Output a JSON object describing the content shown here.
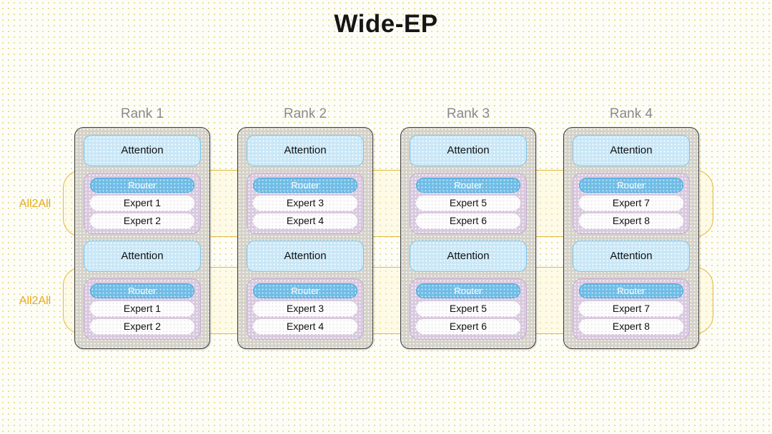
{
  "title": "Wide-EP",
  "colors": {
    "background": "#fdfdf8",
    "dot_grid": "#e8d77a",
    "title_text": "#161616",
    "rank_title_text": "#8a8a8a",
    "rank_box_fill": "#d5d2c9",
    "rank_box_border": "#3f3f3f",
    "attention_fill": "#c9e7f7",
    "attention_border": "#7ec6ea",
    "moe_fill": "#d9c9df",
    "moe_border": "#c6aed0",
    "router_fill": "#70bde6",
    "router_text": "#ffffff",
    "expert_fill": "#fdfdfd",
    "expert_text": "#111111",
    "all2all_band_border": "#e3b93a",
    "all2all_label_text": "#e8a91b"
  },
  "all2all": {
    "label_top": "All2All",
    "label_bottom": "All2All"
  },
  "ranks": [
    {
      "title": "Rank 1",
      "layers": [
        {
          "attention": "Attention",
          "router": "Router",
          "experts": [
            "Expert 1",
            "Expert 2"
          ]
        },
        {
          "attention": "Attention",
          "router": "Router",
          "experts": [
            "Expert 1",
            "Expert 2"
          ]
        }
      ]
    },
    {
      "title": "Rank 2",
      "layers": [
        {
          "attention": "Attention",
          "router": "Router",
          "experts": [
            "Expert 3",
            "Expert 4"
          ]
        },
        {
          "attention": "Attention",
          "router": "Router",
          "experts": [
            "Expert 3",
            "Expert 4"
          ]
        }
      ]
    },
    {
      "title": "Rank 3",
      "layers": [
        {
          "attention": "Attention",
          "router": "Router",
          "experts": [
            "Expert 5",
            "Expert 6"
          ]
        },
        {
          "attention": "Attention",
          "router": "Router",
          "experts": [
            "Expert 5",
            "Expert 6"
          ]
        }
      ]
    },
    {
      "title": "Rank 4",
      "layers": [
        {
          "attention": "Attention",
          "router": "Router",
          "experts": [
            "Expert 7",
            "Expert 8"
          ]
        },
        {
          "attention": "Attention",
          "router": "Router",
          "experts": [
            "Expert 7",
            "Expert 8"
          ]
        }
      ]
    }
  ]
}
